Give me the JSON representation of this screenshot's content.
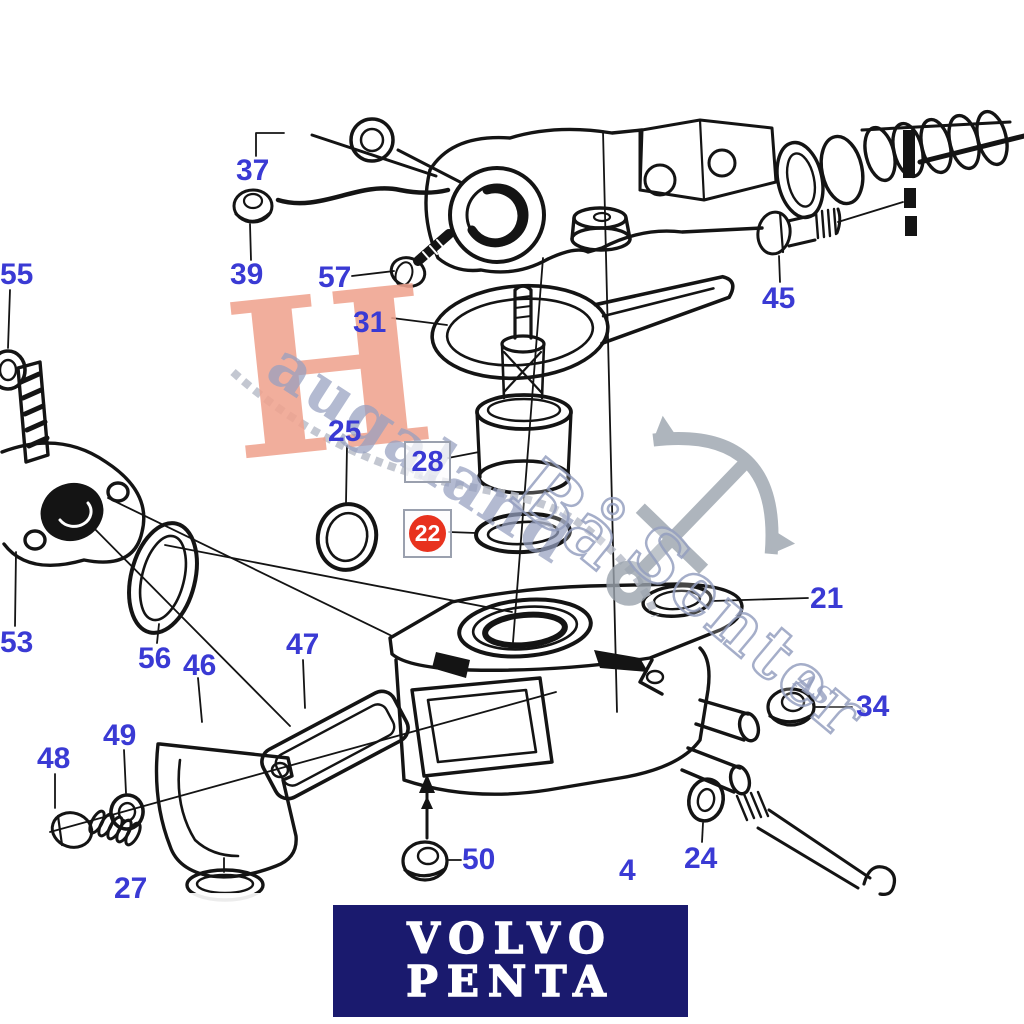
{
  "watermark": {
    "initial": "H",
    "word_rest": "augaland",
    "word_bat": "Bå",
    "word_senter": "Senter",
    "word_as": "AS",
    "anchor_icon": "anchor-icon"
  },
  "parts": [
    {
      "number": "55"
    },
    {
      "number": "37"
    },
    {
      "number": "39"
    },
    {
      "number": "57"
    },
    {
      "number": "31"
    },
    {
      "number": "45"
    },
    {
      "number": "25"
    },
    {
      "number": "28"
    },
    {
      "number": "22"
    },
    {
      "number": "21"
    },
    {
      "number": "53"
    },
    {
      "number": "56"
    },
    {
      "number": "46"
    },
    {
      "number": "47"
    },
    {
      "number": "34"
    },
    {
      "number": "49"
    },
    {
      "number": "48"
    },
    {
      "number": "24"
    },
    {
      "number": "50"
    },
    {
      "number": "4"
    },
    {
      "number": "27"
    }
  ],
  "highlight": {
    "selected_part": "22",
    "circle_color": "#e8321e",
    "text_color": "#ffffff"
  },
  "colors": {
    "label_blue": "#3a3ad4",
    "line_black": "#141414",
    "watermark_salmon": "#f0a38f",
    "watermark_blue": "#96a0c0",
    "watermark_gray": "#9aa3ad",
    "logo_background": "#1a1a6e",
    "logo_text": "#ffffff"
  },
  "logo": {
    "line1": "VOLVO",
    "line2": "PENTA"
  }
}
